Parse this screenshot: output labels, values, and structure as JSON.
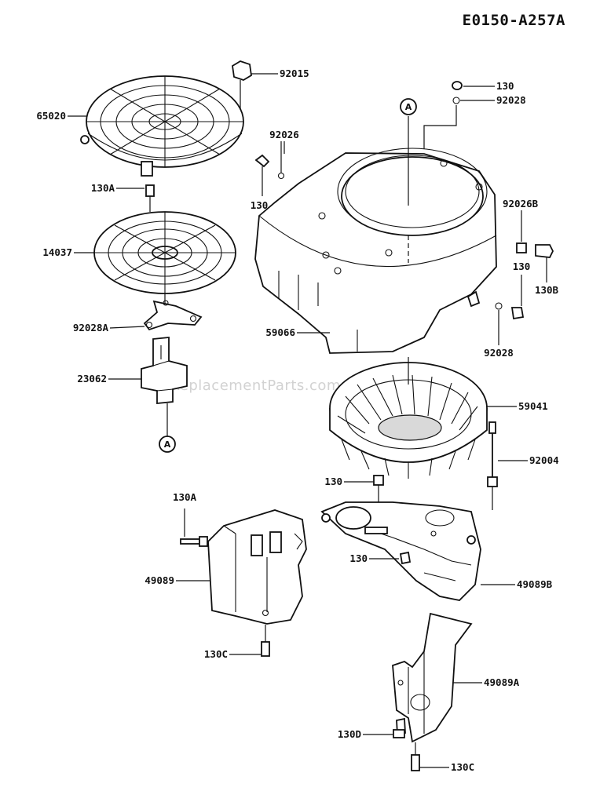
{
  "diagram": {
    "code": "E0150-A257A",
    "watermark": "eReplacementParts.com",
    "ref_marks": [
      "A",
      "A"
    ],
    "labels": [
      "92015",
      "65020",
      "130A",
      "14037",
      "92028A",
      "23062",
      "130",
      "92028",
      "92026",
      "130",
      "92026B",
      "130",
      "130B",
      "59066",
      "92028",
      "59041",
      "92004",
      "130",
      "130A",
      "130",
      "49089",
      "49089B",
      "130C",
      "49089A",
      "130D",
      "130C"
    ]
  }
}
